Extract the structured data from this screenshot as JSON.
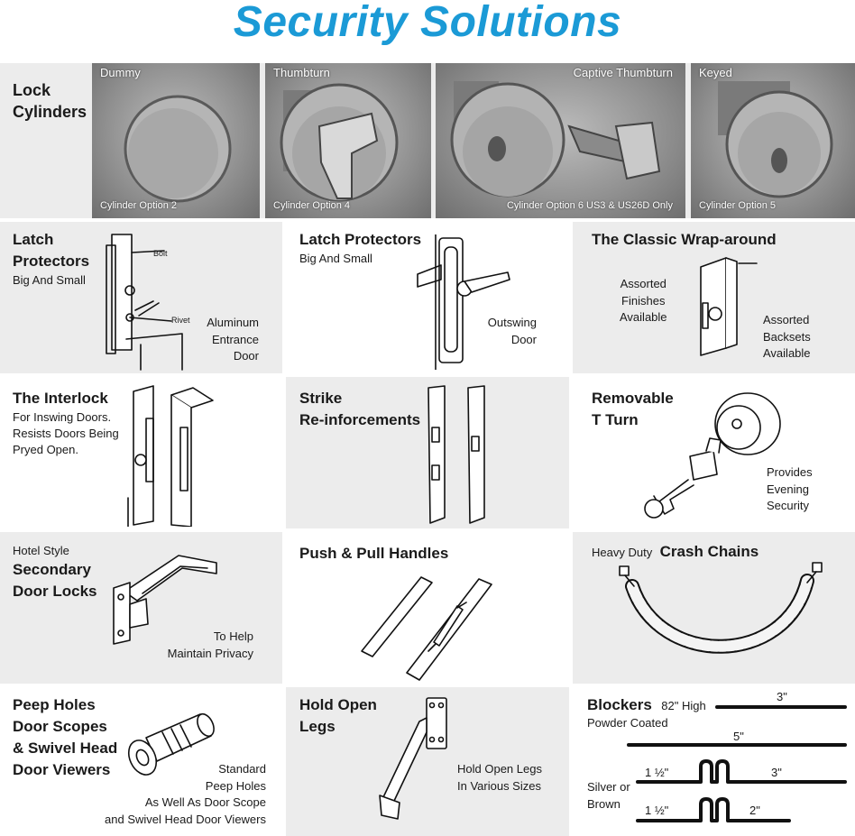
{
  "page_title": "Security Solutions",
  "colors": {
    "title": "#1b9ad6",
    "gray_cell": "#ececec",
    "white_cell": "#ffffff"
  },
  "lock_cylinders": {
    "label_line1": "Lock",
    "label_line2": "Cylinders",
    "items": [
      {
        "caption": "Dummy",
        "option": "Cylinder Option 2"
      },
      {
        "caption": "Thumbturn",
        "option": "Cylinder Option 4"
      },
      {
        "caption": "Captive Thumbturn",
        "option": "Cylinder Option 6   US3 & US26D Only"
      },
      {
        "caption": "Keyed",
        "option": "Cylinder Option 5"
      }
    ]
  },
  "latch_protectors_1": {
    "title_line1": "Latch",
    "title_line2": "Protectors",
    "subtitle": "Big And Small",
    "note_line1": "Aluminum",
    "note_line2": "Entrance",
    "note_line3": "Door",
    "diagram_bolt": "Bolt",
    "diagram_rivet": "Rivet"
  },
  "latch_protectors_2": {
    "title": "Latch Protectors",
    "subtitle": "Big And Small",
    "note_line1": "Outswing",
    "note_line2": "Door"
  },
  "wrap_around": {
    "title": "The Classic Wrap-around",
    "left_note_line1": "Assorted",
    "left_note_line2": "Finishes",
    "left_note_line3": "Available",
    "right_note_line1": "Assorted",
    "right_note_line2": "Backsets",
    "right_note_line3": "Available"
  },
  "interlock": {
    "title": "The Interlock",
    "desc_line1": "For Inswing Doors.",
    "desc_line2": "Resists Doors Being",
    "desc_line3": "Pryed Open."
  },
  "strike": {
    "title_line1": "Strike",
    "title_line2": "Re-inforcements"
  },
  "t_turn": {
    "title_line1": "Removable",
    "title_line2": "T Turn",
    "note_line1": "Provides",
    "note_line2": "Evening",
    "note_line3": "Security"
  },
  "secondary_locks": {
    "pre": "Hotel Style",
    "title_line1": "Secondary",
    "title_line2": "Door Locks",
    "note_line1": "To Help",
    "note_line2": "Maintain Privacy"
  },
  "handles": {
    "title": "Push & Pull Handles"
  },
  "crash_chains": {
    "pre": "Heavy Duty",
    "title": "Crash Chains"
  },
  "peep_holes": {
    "title_line1": "Peep Holes",
    "title_line2": "Door Scopes",
    "title_line3": "& Swivel Head",
    "title_line4": "Door Viewers",
    "note_line1": "Standard",
    "note_line2": "Peep Holes",
    "note_line3": "As Well As Door Scope",
    "note_line4": "and Swivel Head Door Viewers"
  },
  "hold_open": {
    "title_line1": "Hold Open",
    "title_line2": "Legs",
    "note_line1": "Hold Open Legs",
    "note_line2": "In Various Sizes"
  },
  "blockers": {
    "title": "Blockers",
    "height": "82\" High",
    "subtitle": "Powder Coated",
    "colors_line1": "Silver or",
    "colors_line2": "Brown",
    "dim_3": "3\"",
    "dim_5": "5\"",
    "dim_1_5_a": "1 ½\"",
    "dim_3_b": "3\"",
    "dim_1_5_b": "1 ½\"",
    "dim_2": "2\""
  }
}
